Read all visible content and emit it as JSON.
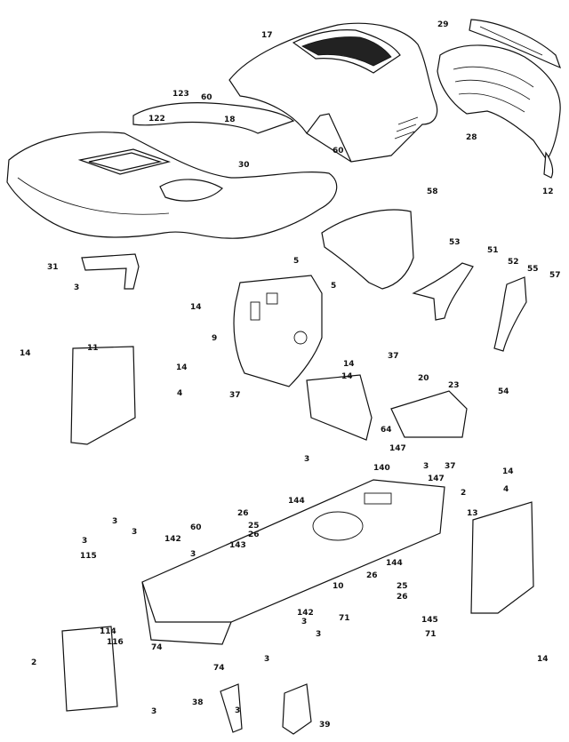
{
  "callouts": [
    {
      "id": "c17",
      "text": "17"
    },
    {
      "id": "c29",
      "text": "29"
    },
    {
      "id": "c123",
      "text": "123"
    },
    {
      "id": "c60a",
      "text": "60"
    },
    {
      "id": "c122",
      "text": "122"
    },
    {
      "id": "c18",
      "text": "18"
    },
    {
      "id": "c28",
      "text": "28"
    },
    {
      "id": "c30",
      "text": "30"
    },
    {
      "id": "c60b",
      "text": "60"
    },
    {
      "id": "c12",
      "text": "12"
    },
    {
      "id": "c58",
      "text": "58"
    },
    {
      "id": "c31",
      "text": "31"
    },
    {
      "id": "c3a",
      "text": "3"
    },
    {
      "id": "c5a",
      "text": "5"
    },
    {
      "id": "c5b",
      "text": "5"
    },
    {
      "id": "c53",
      "text": "53"
    },
    {
      "id": "c51",
      "text": "51"
    },
    {
      "id": "c52",
      "text": "52"
    },
    {
      "id": "c55",
      "text": "55"
    },
    {
      "id": "c57",
      "text": "57"
    },
    {
      "id": "c14a",
      "text": "14"
    },
    {
      "id": "c9",
      "text": "9"
    },
    {
      "id": "c11",
      "text": "11"
    },
    {
      "id": "c14b",
      "text": "14"
    },
    {
      "id": "c14c",
      "text": "14"
    },
    {
      "id": "c4a",
      "text": "4"
    },
    {
      "id": "c37a",
      "text": "37"
    },
    {
      "id": "c14d",
      "text": "14"
    },
    {
      "id": "c14e",
      "text": "14"
    },
    {
      "id": "c37b",
      "text": "37"
    },
    {
      "id": "c20",
      "text": "20"
    },
    {
      "id": "c23",
      "text": "23"
    },
    {
      "id": "c54",
      "text": "54"
    },
    {
      "id": "c64",
      "text": "64"
    },
    {
      "id": "c147a",
      "text": "147"
    },
    {
      "id": "c3b",
      "text": "3"
    },
    {
      "id": "c3c",
      "text": "3"
    },
    {
      "id": "c140",
      "text": "140"
    },
    {
      "id": "c147b",
      "text": "147"
    },
    {
      "id": "c37c",
      "text": "37"
    },
    {
      "id": "c14f",
      "text": "14"
    },
    {
      "id": "c4b",
      "text": "4"
    },
    {
      "id": "c2a",
      "text": "2"
    },
    {
      "id": "c144a",
      "text": "144"
    },
    {
      "id": "c26a",
      "text": "26"
    },
    {
      "id": "c25a",
      "text": "25"
    },
    {
      "id": "c26b",
      "text": "26"
    },
    {
      "id": "c13",
      "text": "13"
    },
    {
      "id": "c3d",
      "text": "3"
    },
    {
      "id": "c3e",
      "text": "3"
    },
    {
      "id": "c60c",
      "text": "60"
    },
    {
      "id": "c3f",
      "text": "3"
    },
    {
      "id": "c142a",
      "text": "142"
    },
    {
      "id": "c115",
      "text": "115"
    },
    {
      "id": "c3g",
      "text": "3"
    },
    {
      "id": "c143",
      "text": "143"
    },
    {
      "id": "c144b",
      "text": "144"
    },
    {
      "id": "c26c",
      "text": "26"
    },
    {
      "id": "c10",
      "text": "10"
    },
    {
      "id": "c25b",
      "text": "25"
    },
    {
      "id": "c26d",
      "text": "26"
    },
    {
      "id": "c71a",
      "text": "71"
    },
    {
      "id": "c142b",
      "text": "142"
    },
    {
      "id": "c3h",
      "text": "3"
    },
    {
      "id": "c145",
      "text": "145"
    },
    {
      "id": "c71b",
      "text": "71"
    },
    {
      "id": "c114",
      "text": "114"
    },
    {
      "id": "c116",
      "text": "116"
    },
    {
      "id": "c74a",
      "text": "74"
    },
    {
      "id": "c3i",
      "text": "3"
    },
    {
      "id": "c3j",
      "text": "3"
    },
    {
      "id": "c74b",
      "text": "74"
    },
    {
      "id": "c14g",
      "text": "14"
    },
    {
      "id": "c2b",
      "text": "2"
    },
    {
      "id": "c3k",
      "text": "3"
    },
    {
      "id": "c38",
      "text": "38"
    },
    {
      "id": "c3l",
      "text": "3"
    },
    {
      "id": "c39",
      "text": "39"
    }
  ]
}
